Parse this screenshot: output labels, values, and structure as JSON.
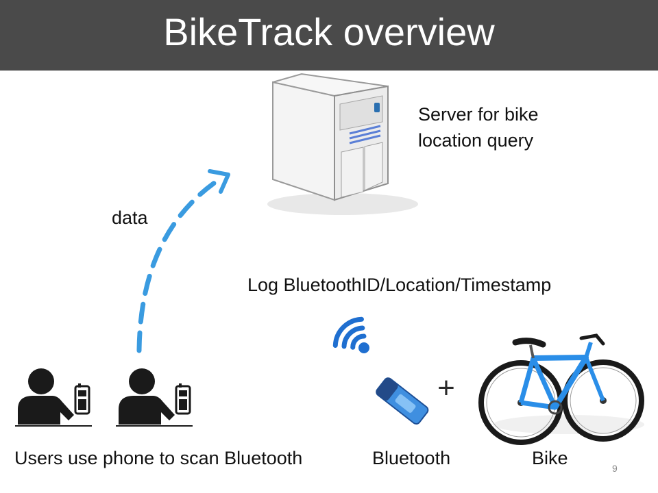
{
  "slide": {
    "title": "BikeTrack overview",
    "page_number": "9"
  },
  "labels": {
    "server_line1": "Server for bike",
    "server_line2": "location query",
    "data": "data",
    "log": "Log BluetoothID/Location/Timestamp",
    "users": "Users use phone to scan Bluetooth",
    "bluetooth": "Bluetooth",
    "bike": "Bike",
    "plus": "+"
  },
  "colors": {
    "title_bar": "#4a4a4a",
    "arrow": "#3a9be0",
    "wifi": "#1f6fd0",
    "bike_frame": "#2a8ee8"
  },
  "icons": [
    "server-icon",
    "dashed-arrow-icon",
    "person-phone-icon",
    "wifi-signal-icon",
    "bluetooth-dongle-icon",
    "bicycle-icon"
  ]
}
